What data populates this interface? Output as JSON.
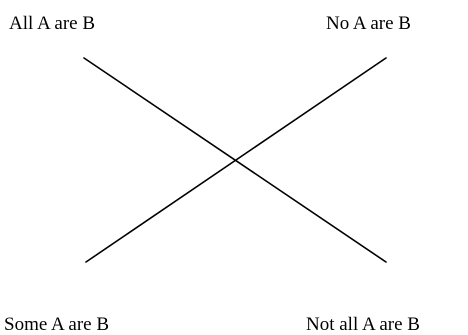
{
  "square_of_opposition": {
    "top_left": "All A are B",
    "top_right": "No A are B",
    "bottom_left": "Some A are B",
    "bottom_right": "Not all A are B"
  },
  "colors": {
    "background": "#ffffff",
    "ink": "#000000"
  }
}
